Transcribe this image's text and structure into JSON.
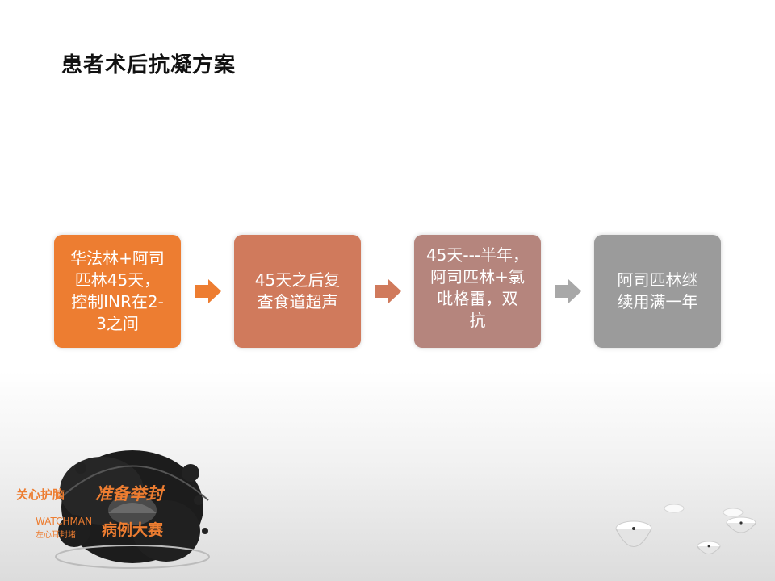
{
  "slide": {
    "title": "患者术后抗凝方案"
  },
  "flow": {
    "steps": [
      {
        "lines": [
          "华法林+阿司",
          "匹林45天，",
          "控制INR在2-",
          "3之间"
        ],
        "color": "#ed7d31"
      },
      {
        "lines": [
          "45天之后复",
          "查食道超声"
        ],
        "color": "#d07a5c"
      },
      {
        "lines": [
          "45天---半年，",
          "阿司匹林+氯",
          "吡格雷，双",
          "抗"
        ],
        "color": "#b5857d"
      },
      {
        "lines": [
          "阿司匹林继",
          "续用满一年"
        ],
        "color": "#9b9b9b"
      }
    ],
    "arrow_colors": [
      "#ed7d31",
      "#d07a5c",
      "#a8a8a8"
    ]
  },
  "logo": {
    "slogan": "关心护脑",
    "script_text": "准备举封",
    "brand": "WATCHMAN",
    "brand_sub": "左心耳封堵",
    "contest": "病例大赛",
    "accent_color": "#ed7d31"
  }
}
